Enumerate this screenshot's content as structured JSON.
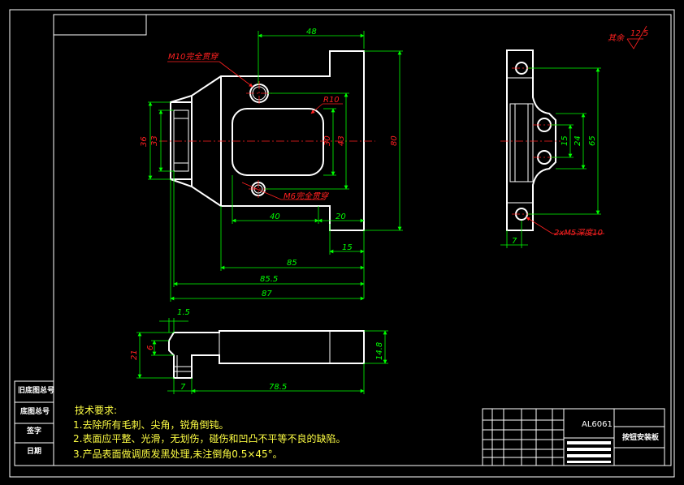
{
  "dimensions": {
    "d48": "48",
    "d36": "36",
    "d33": "33",
    "d30": "30",
    "d43": "43",
    "d80": "80",
    "d40": "40",
    "d20": "20",
    "d15a": "15",
    "d85": "85",
    "d85_5": "85.5",
    "d87": "87",
    "d65": "65",
    "d24": "24",
    "d15b": "15",
    "d7a": "7",
    "d1_5": "1.5",
    "d21": "21",
    "d6": "6",
    "d14_8": "14.8",
    "d7b": "7",
    "d78_5": "78.5"
  },
  "callouts": {
    "m10": "M10完全贯穿",
    "r10": "R10",
    "m6": "M6完全贯穿",
    "m5": "2xM5深度10"
  },
  "roughness": {
    "label": "其余",
    "value": "12.5"
  },
  "left_stamp": {
    "rows": [
      "旧底图总号",
      "底图总号",
      "签字",
      "日期"
    ]
  },
  "tech_notes": {
    "title": "技术要求:",
    "lines": [
      "1.去除所有毛刺、尖角，锐角倒钝。",
      "2.表面应平整、光滑，无划伤，碰伤和凹凸不平等不良的缺陷。",
      "3.产品表面做调质发黑处理,未注倒角0.5×45°。"
    ]
  },
  "title_block": {
    "material": "AL6061",
    "part_name": "按钮安装板"
  },
  "colors": {
    "background": "#000000",
    "outline": "#ffffff",
    "dimension": "#00ff00",
    "annotation": "#ff2020",
    "notes": "#ffff44"
  }
}
